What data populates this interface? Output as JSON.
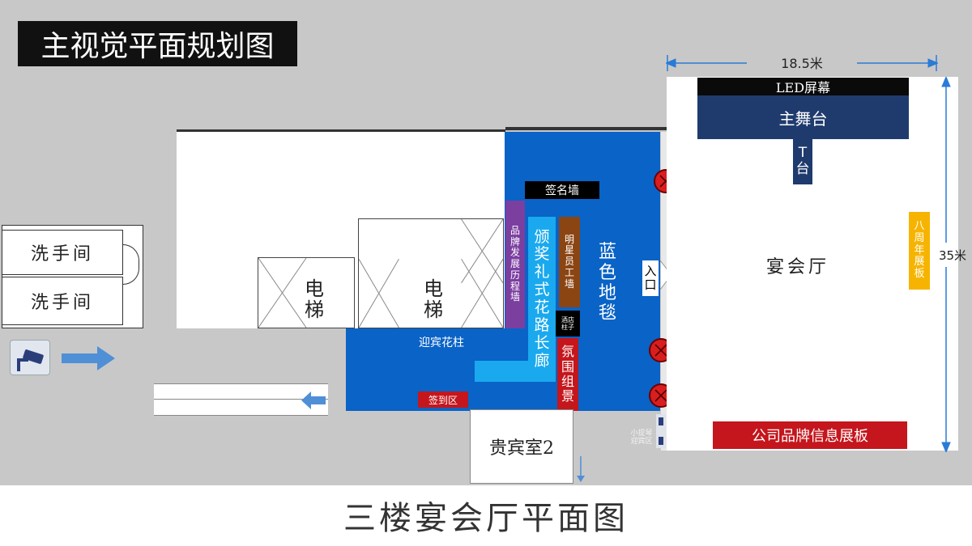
{
  "title": "主视觉平面规划图",
  "caption": "三楼宴会厅平面图",
  "dimensions": {
    "width_label": "18.5米",
    "height_label": "35米"
  },
  "hall": {
    "led": "LED屏幕",
    "stage": "主舞台",
    "runway": [
      "T",
      "台"
    ],
    "name": "宴会厅",
    "anniversary_board": [
      "八",
      "周",
      "年",
      "展",
      "板"
    ],
    "brand_info_board": "公司品牌信息展板"
  },
  "rooms": {
    "restroom_1": "洗手间",
    "restroom_2": "洗手间",
    "elevator_1": [
      "电",
      "梯"
    ],
    "elevator_2": [
      "电",
      "梯"
    ],
    "vip_room": "贵宾室2"
  },
  "zones": {
    "signature_wall": "签名墙",
    "brand_history_wall": [
      "品",
      "牌",
      "发",
      "展",
      "历",
      "程",
      "墙"
    ],
    "awards_corridor": [
      "颁",
      "奖",
      "礼",
      "式",
      "花",
      "路",
      "长",
      "廊"
    ],
    "star_staff_wall": [
      "明",
      "星",
      "员",
      "工",
      "墙"
    ],
    "blue_carpet": [
      "蓝",
      "色",
      "地",
      "毯"
    ],
    "hotel_pillar": [
      "酒店",
      "柱子"
    ],
    "atmosphere_set": [
      "氛",
      "围",
      "组",
      "景"
    ],
    "welcome_flower": "迎宾花柱",
    "checkin_area": "签到区",
    "entrance": [
      "入",
      "口"
    ],
    "small_welcome": [
      "小提琴",
      "迎宾区"
    ]
  },
  "colors": {
    "floor": "#c8c8c8",
    "carpet_blue": "#0a63c6",
    "light_blue": "#1aa9ee",
    "navy": "#1f3b6e",
    "red": "#c4161c",
    "purple": "#7b3fa0",
    "brown": "#8b4513",
    "yellow": "#f6b400"
  }
}
